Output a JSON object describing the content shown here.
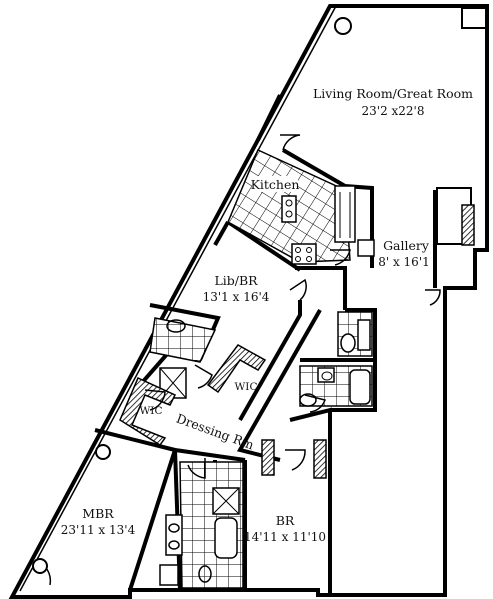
{
  "rooms": {
    "living": {
      "name": "Living Room/Great Room",
      "dims": "23'2 x22'8"
    },
    "kitchen": {
      "name": "Kitchen"
    },
    "gallery": {
      "name": "Gallery",
      "dims": "8' x 16'1"
    },
    "lib": {
      "name": "Lib/BR",
      "dims": "13'1 x 16'4"
    },
    "wic_left": {
      "name": "WIC"
    },
    "wic_right": {
      "name": "WIC"
    },
    "dressing": {
      "name": "Dressing Rm"
    },
    "mbr": {
      "name": "MBR",
      "dims": "23'11 x 13'4"
    },
    "br": {
      "name": "BR",
      "dims": "14'11 x 11'10"
    }
  },
  "colors": {
    "wall": "#000000",
    "background": "#ffffff"
  }
}
